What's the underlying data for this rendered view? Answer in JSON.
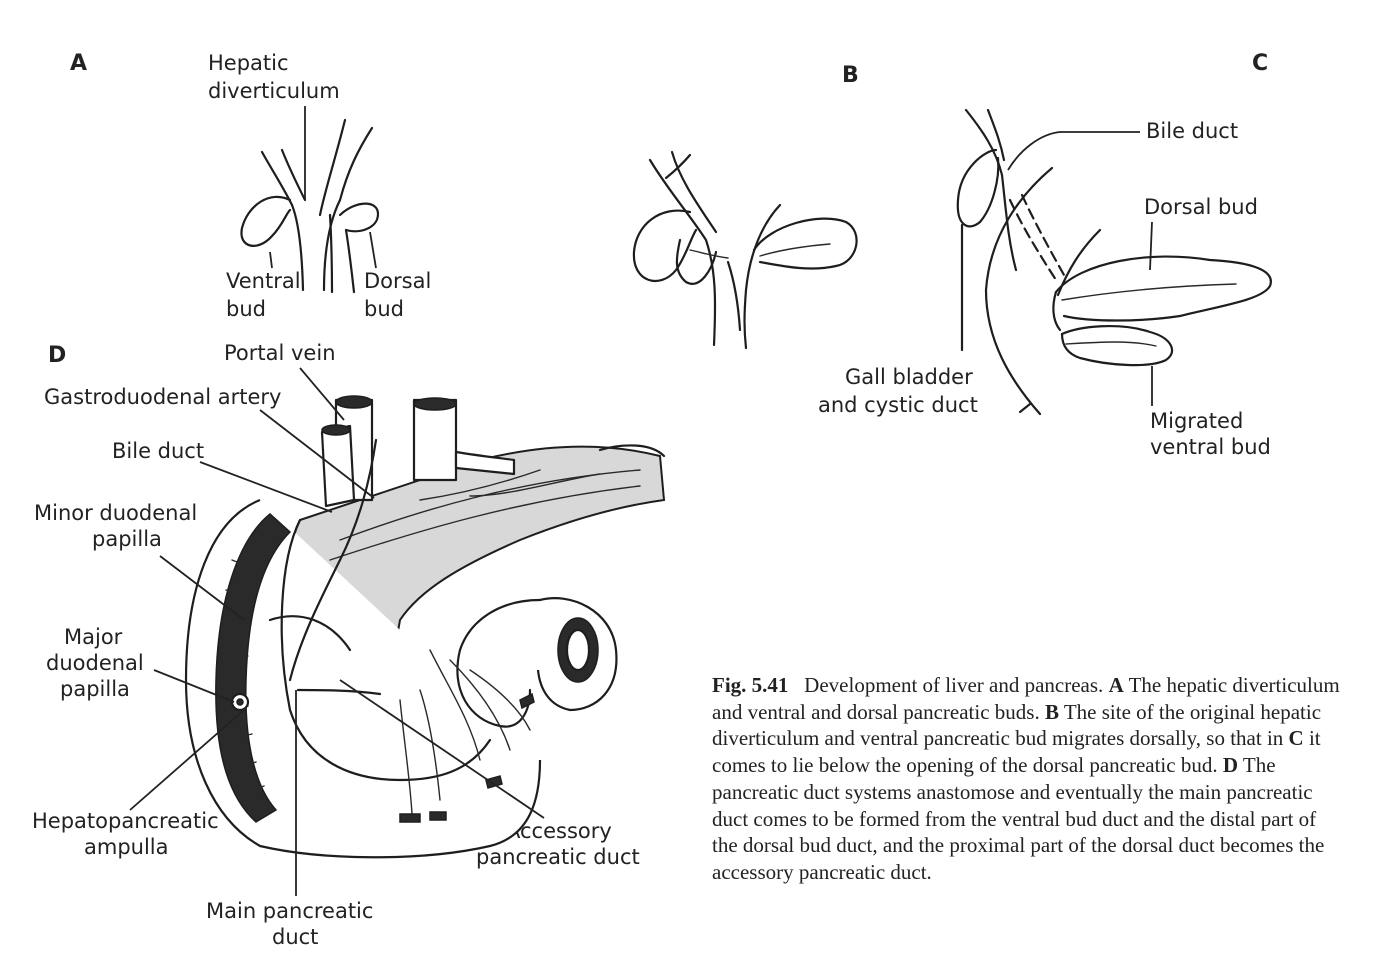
{
  "panels": {
    "a": {
      "letter": "A",
      "hepatic_diverticulum": [
        "Hepatic",
        "diverticulum"
      ],
      "ventral_bud": [
        "Ventral",
        "bud"
      ],
      "dorsal_bud": [
        "Dorsal",
        "bud"
      ]
    },
    "b": {
      "letter": "B"
    },
    "c": {
      "letter": "C",
      "bile_duct": "Bile duct",
      "dorsal_bud": "Dorsal bud",
      "gall_bladder": [
        "Gall bladder",
        "and cystic duct"
      ],
      "migrated_ventral_bud": [
        "Migrated",
        "ventral bud"
      ]
    },
    "d": {
      "letter": "D",
      "portal_vein": "Portal vein",
      "gastroduodenal_artery": "Gastroduodenal artery",
      "bile_duct": "Bile duct",
      "minor_papilla": [
        "Minor duodenal",
        "papilla"
      ],
      "major_papilla": [
        "Major",
        "duodenal",
        "papilla"
      ],
      "hepatopancreatic_ampulla": [
        "Hepatopancreatic",
        "ampulla"
      ],
      "main_pancreatic_duct": [
        "Main pancreatic",
        "duct"
      ],
      "accessory_pancreatic_duct": [
        "Accessory",
        "pancreatic duct"
      ]
    }
  },
  "caption": {
    "fig_label": "Fig. 5.41",
    "title": "Development of liver and pancreas.",
    "a_letter": "A",
    "a_text": "The hepatic diverticulum and ventral and dorsal pancreatic buds.",
    "b_letter": "B",
    "b_text": "The site of the original hepatic diverticulum and ventral pancreatic bud migrates dorsally, so that in",
    "c_letter": "C",
    "c_text": "it comes to lie below the opening of the dorsal pancreatic bud.",
    "d_letter": "D",
    "d_text": "The pancreatic duct systems anastomose and eventually the main pancreatic duct comes to be formed from the ventral bud duct and the distal part of the dorsal bud duct, and the proximal part of the dorsal duct becomes the accessory pancreatic duct."
  }
}
